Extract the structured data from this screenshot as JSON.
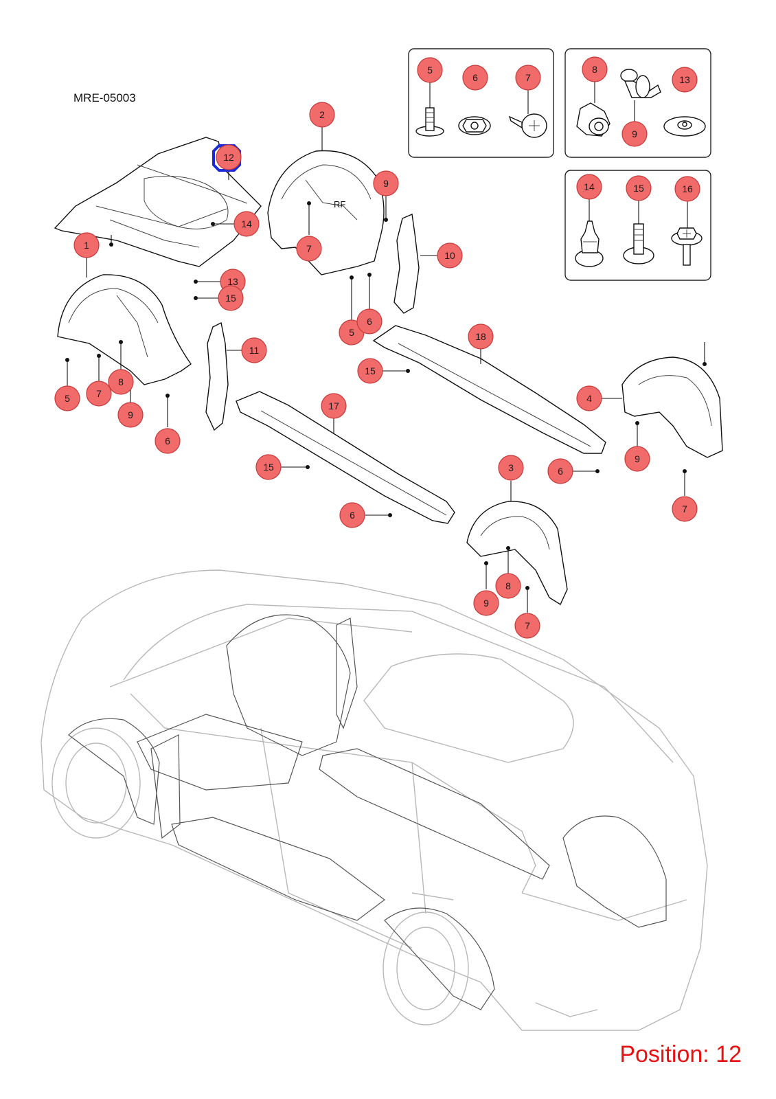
{
  "document": {
    "code": "MRE-05003",
    "position_text": "Position: 12"
  },
  "colors": {
    "callout_fill": "#f26b6b",
    "highlight": "#1a2ad6",
    "position_text": "#e8110f"
  },
  "highlighted_callout": "12",
  "callouts": [
    {
      "id": "c5a",
      "label": "5"
    },
    {
      "id": "c6a",
      "label": "6"
    },
    {
      "id": "c7a",
      "label": "7"
    },
    {
      "id": "c8a",
      "label": "8"
    },
    {
      "id": "c9a",
      "label": "9"
    },
    {
      "id": "c13a",
      "label": "13"
    },
    {
      "id": "c14a",
      "label": "14"
    },
    {
      "id": "c15a",
      "label": "15"
    },
    {
      "id": "c16a",
      "label": "16"
    },
    {
      "id": "c12",
      "label": "12"
    },
    {
      "id": "c2",
      "label": "2"
    },
    {
      "id": "c9b",
      "label": "9"
    },
    {
      "id": "c14b",
      "label": "14"
    },
    {
      "id": "c7b",
      "label": "7"
    },
    {
      "id": "c10",
      "label": "10"
    },
    {
      "id": "c1",
      "label": "1"
    },
    {
      "id": "c13b",
      "label": "13"
    },
    {
      "id": "c15b",
      "label": "15"
    },
    {
      "id": "c5b",
      "label": "5"
    },
    {
      "id": "c6b",
      "label": "6"
    },
    {
      "id": "c11",
      "label": "11"
    },
    {
      "id": "c18",
      "label": "18"
    },
    {
      "id": "c15c",
      "label": "15"
    },
    {
      "id": "c8b",
      "label": "8"
    },
    {
      "id": "c5c",
      "label": "5"
    },
    {
      "id": "c7c",
      "label": "7"
    },
    {
      "id": "c8c",
      "label": "8"
    },
    {
      "id": "c9c",
      "label": "9"
    },
    {
      "id": "c6c",
      "label": "6"
    },
    {
      "id": "c17",
      "label": "17"
    },
    {
      "id": "c4",
      "label": "4"
    },
    {
      "id": "c9d",
      "label": "9"
    },
    {
      "id": "c15d",
      "label": "15"
    },
    {
      "id": "c6d",
      "label": "6"
    },
    {
      "id": "c7d",
      "label": "7"
    },
    {
      "id": "c3",
      "label": "3"
    },
    {
      "id": "c6e",
      "label": "6"
    },
    {
      "id": "c8d",
      "label": "8"
    },
    {
      "id": "c9e",
      "label": "9"
    },
    {
      "id": "c7e",
      "label": "7"
    }
  ]
}
